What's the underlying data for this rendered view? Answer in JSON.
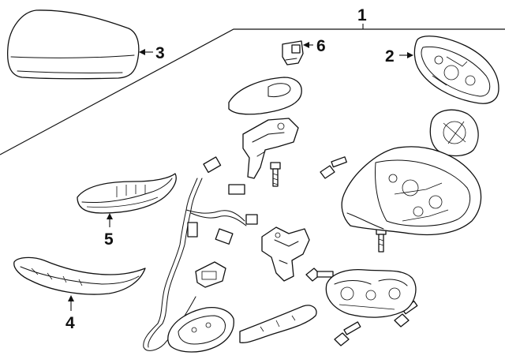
{
  "callouts": {
    "c1": "1",
    "c2": "2",
    "c3": "3",
    "c4": "4",
    "c5": "5",
    "c6": "6"
  },
  "parts": [
    "mirror-cover",
    "mirror-glass",
    "wiring-harness",
    "lower-trim",
    "turn-signal-lamp",
    "lamp-connector"
  ],
  "colors": {
    "line": "#111111",
    "background": "#ffffff"
  }
}
